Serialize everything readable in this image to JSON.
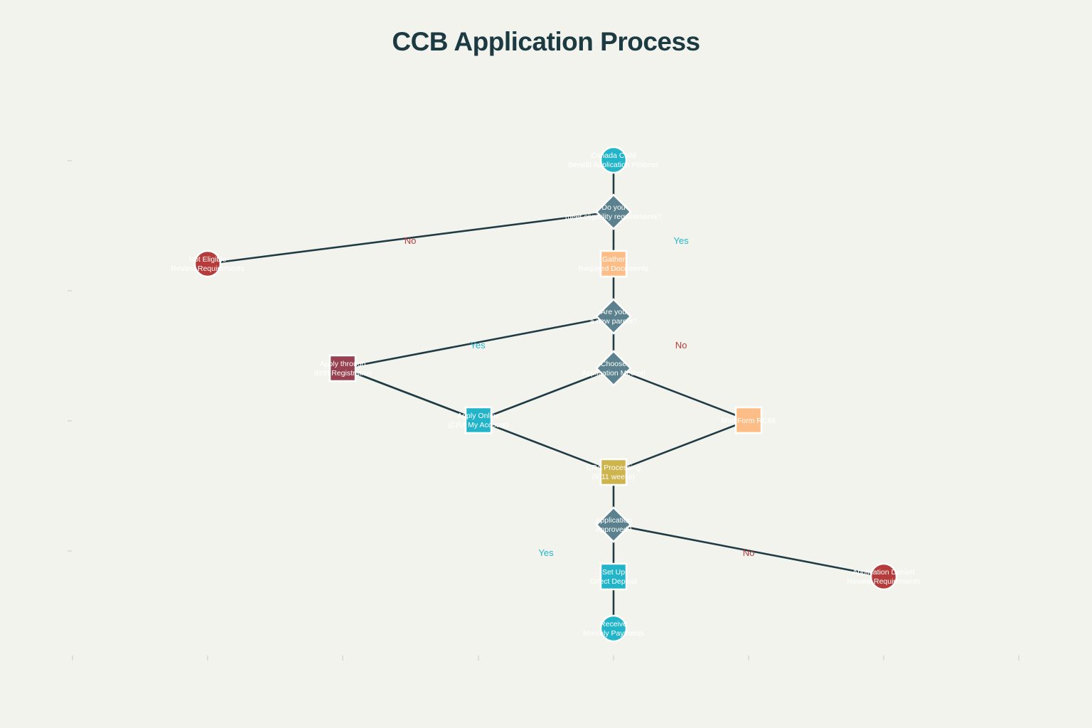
{
  "title": "CCB Application Process",
  "colors": {
    "background": "#f3f3ee",
    "edge": "#1f3b44",
    "start_end": "#22b5ca",
    "decision": "#5a818d",
    "document": "#fdbd86",
    "not_eligible": "#b63b3b",
    "birth_registration": "#97404f",
    "online": "#22b5ca",
    "processing": "#cdb44c",
    "label_yes": "#22b5ca",
    "label_no": "#b63b3b"
  },
  "nodes": [
    {
      "id": "start",
      "shape": "circle",
      "color": "start_end",
      "lines": [
        "Canada Child",
        "Benefit Application Process"
      ]
    },
    {
      "id": "eligibility",
      "shape": "diamond",
      "color": "decision",
      "lines": [
        "Do you",
        "meet eligibility requirements?"
      ]
    },
    {
      "id": "not_eligible",
      "shape": "circle",
      "color": "not_eligible",
      "lines": [
        "Not Eligible",
        "Review Requirements"
      ]
    },
    {
      "id": "gather",
      "shape": "square",
      "color": "document",
      "lines": [
        "Gather",
        "Required Documents"
      ]
    },
    {
      "id": "new_parent",
      "shape": "diamond",
      "color": "decision",
      "lines": [
        "Are you",
        "a new parent?"
      ]
    },
    {
      "id": "birth_reg",
      "shape": "square",
      "color": "birth_registration",
      "lines": [
        "Apply through",
        "Birth Registration"
      ]
    },
    {
      "id": "choose",
      "shape": "diamond",
      "color": "decision",
      "lines": [
        "Choose",
        "Application Method"
      ]
    },
    {
      "id": "online",
      "shape": "square",
      "color": "online",
      "lines": [
        "Apply Online",
        "(CRA My Account)"
      ]
    },
    {
      "id": "mail",
      "shape": "square",
      "color": "document",
      "lines": [
        "Mail Form RC66"
      ]
    },
    {
      "id": "processing",
      "shape": "square",
      "color": "processing",
      "lines": [
        "CRA Processing",
        "(8-11 weeks)"
      ]
    },
    {
      "id": "approved",
      "shape": "diamond",
      "color": "decision",
      "lines": [
        "Application",
        "Approved?"
      ]
    },
    {
      "id": "denied",
      "shape": "circle",
      "color": "not_eligible",
      "lines": [
        "Application Denied",
        "Review Requirements"
      ]
    },
    {
      "id": "deposit",
      "shape": "square",
      "color": "online",
      "lines": [
        "Set Up",
        "Direct Deposit"
      ]
    },
    {
      "id": "payments",
      "shape": "circle",
      "color": "start_end",
      "lines": [
        "Receive",
        "Monthly Payments"
      ]
    }
  ],
  "edges": [
    {
      "from": "start",
      "to": "eligibility"
    },
    {
      "from": "eligibility",
      "to": "not_eligible"
    },
    {
      "from": "eligibility",
      "to": "gather"
    },
    {
      "from": "gather",
      "to": "new_parent"
    },
    {
      "from": "new_parent",
      "to": "birth_reg"
    },
    {
      "from": "new_parent",
      "to": "choose"
    },
    {
      "from": "birth_reg",
      "to": "online"
    },
    {
      "from": "birth_reg",
      "to": "processing"
    },
    {
      "from": "choose",
      "to": "online"
    },
    {
      "from": "choose",
      "to": "mail"
    },
    {
      "from": "mail",
      "to": "processing"
    },
    {
      "from": "processing",
      "to": "approved"
    },
    {
      "from": "approved",
      "to": "denied"
    },
    {
      "from": "approved",
      "to": "deposit"
    },
    {
      "from": "deposit",
      "to": "payments"
    }
  ],
  "edge_labels": [
    {
      "text": "No",
      "kind": "label_no"
    },
    {
      "text": "Yes",
      "kind": "label_yes"
    },
    {
      "text": "Yes",
      "kind": "label_yes"
    },
    {
      "text": "No",
      "kind": "label_no"
    },
    {
      "text": "Yes",
      "kind": "label_yes"
    },
    {
      "text": "No",
      "kind": "label_no"
    }
  ]
}
